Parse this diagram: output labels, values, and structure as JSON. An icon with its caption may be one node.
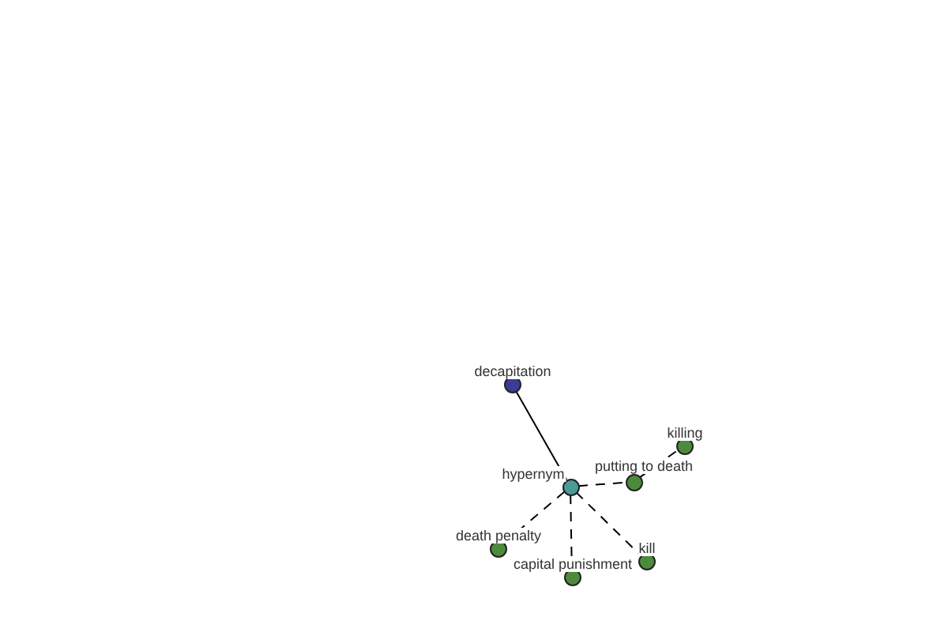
{
  "diagram": {
    "nodes": [
      {
        "text": [
          "decapitation"
        ]
      },
      {
        "text": [
          "hypernym"
        ]
      },
      {
        "text": [
          "putting to death"
        ]
      },
      {
        "text": [
          "killing"
        ]
      },
      {
        "text": [
          "death penalty"
        ]
      },
      {
        "text": [
          "capital punishment"
        ]
      },
      {
        "text": [
          "kill"
        ]
      }
    ],
    "edges": [
      {
        "from": 0,
        "to": 1,
        "arrow": "none"
      },
      {
        "from": 1,
        "to": 2,
        "arrow": "none",
        "style": "dashed"
      },
      {
        "from": 2,
        "to": 3,
        "arrow": "none",
        "style": "dashed"
      },
      {
        "from": 1,
        "to": 4,
        "arrow": "none",
        "style": "dashed"
      },
      {
        "from": 1,
        "to": 5,
        "arrow": "none",
        "style": "dashed"
      },
      {
        "from": 1,
        "to": 6,
        "arrow": "none",
        "style": "dashed"
      }
    ]
  }
}
